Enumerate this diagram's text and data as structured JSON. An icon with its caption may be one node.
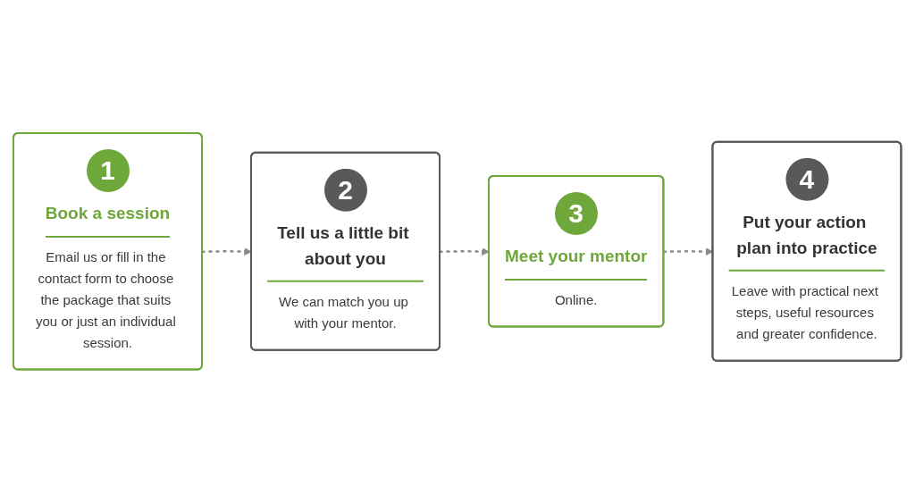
{
  "diagram": {
    "nodes": [
      {
        "text": [
          "1",
          "Book a session",
          "Email us or fill in the contact form to choose the package that suits you or just an individual session."
        ]
      },
      {
        "text": [
          "2",
          "Tell us a little bit about you",
          "We can match you up with your mentor."
        ]
      },
      {
        "text": [
          "3",
          "Meet your mentor",
          "Online."
        ]
      },
      {
        "text": [
          "4",
          "Put your action plan into practice",
          "Leave with practical next steps, useful resources and greater confidence."
        ]
      }
    ],
    "edges": [
      {
        "from": 0,
        "to": 1,
        "arrow": "to",
        "style": "dashed"
      },
      {
        "from": 1,
        "to": 2,
        "arrow": "to",
        "style": "dashed"
      },
      {
        "from": 2,
        "to": 3,
        "arrow": "to",
        "style": "dashed"
      }
    ]
  }
}
